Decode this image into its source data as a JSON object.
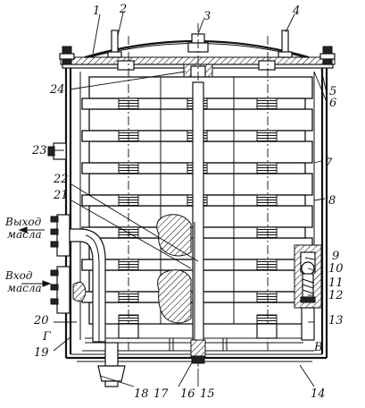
{
  "callouts": [
    "1",
    "2",
    "3",
    "4",
    "5",
    "6",
    "7",
    "8",
    "9",
    "10",
    "11",
    "12",
    "13",
    "14",
    "15",
    "16",
    "17",
    "18",
    "19",
    "20",
    "21",
    "22",
    "23",
    "24"
  ],
  "letters": {
    "g": "Г",
    "v": "В"
  },
  "oil_outlet": [
    "Выход",
    "масла"
  ],
  "oil_inlet": [
    "Вход",
    "масла"
  ]
}
